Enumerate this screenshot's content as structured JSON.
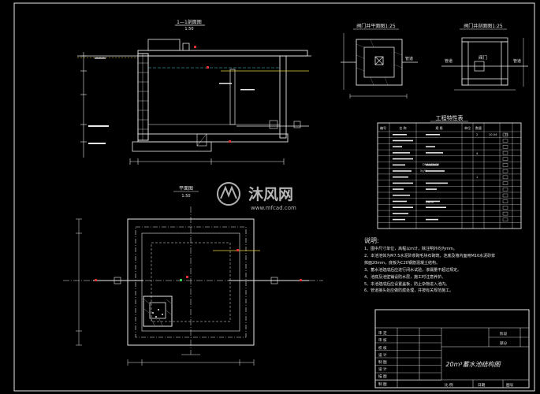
{
  "titles": {
    "section_1_1": "1—1剖面图",
    "section_1_1_scale": "1:50",
    "plan": "平面图",
    "plan_scale": "1:50",
    "valve_well_plan": "阀门井平面图1:25",
    "valve_well_section": "阀门井剖面图1:25",
    "spec_table": "工程特性表"
  },
  "diagram_labels": {
    "valve": "阀门",
    "pipe_left": "管道",
    "pipe_right": "管道"
  },
  "watermark": {
    "brand": "沐风网",
    "url": "www.mfcad.com"
  },
  "spec_table": {
    "headers": [
      "编号",
      "名 称",
      "规 格",
      "单位",
      "数量"
    ],
    "known_cells": [
      "DN50/DN25",
      "5y/t5",
      "DN50",
      "2",
      "10.04",
      "35",
      "4",
      "1"
    ]
  },
  "notes": {
    "heading": "说明:",
    "items": [
      "1、图中尺寸单位，高程以m计，除注明外均为mm。",
      "2、本池池体为M7.5水泥砂浆砌毛块石砌筑，池底及墙内面用M10水泥砂浆",
      "   抹面20mm，底板为C20钢筋混凝土结构。",
      "3、蓄水池建成后应进行闭水试验，渗漏量不超过规定。",
      "4、池底及池壁铺设防水层，施工时注意养护。",
      "5、本池建成后应设置盖板，防止杂物进入池内。",
      "6、管道接头处应做防腐处理，并按有关规范施工。"
    ]
  },
  "title_block": {
    "rows_left": [
      "审 定",
      "审 核",
      "校 核",
      "设 计",
      "制 图",
      "设 计",
      "描 图",
      "制 图"
    ],
    "stage_label": "阶段",
    "part_label": "部分",
    "drawing_title": "20m³蓄水池结构图",
    "bottom_cells": [
      "比 例",
      "日期",
      "图号"
    ]
  },
  "colors": {
    "background": "#000000",
    "line_white": "#e8e8e8",
    "accent_yellow": "#e8d23a",
    "accent_red": "#e03030",
    "accent_cyan": "#4fc8e0",
    "accent_green": "#3fcf4f"
  }
}
